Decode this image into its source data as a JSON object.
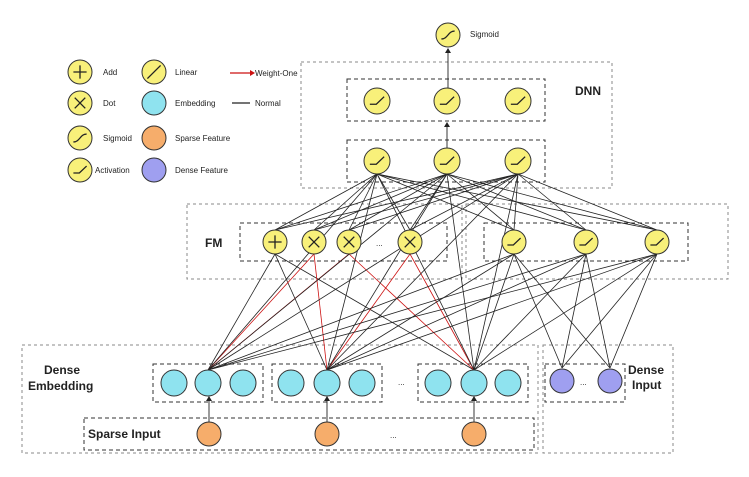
{
  "colors": {
    "op_node": "#f8f07a",
    "embedding": "#8fe3ef",
    "sparse": "#f6ad6b",
    "dense": "#9f9ff0",
    "weight_one_edge": "#cc1111",
    "normal_edge": "#222222"
  },
  "legend": {
    "add": "Add",
    "dot": "Dot",
    "sigmoid": "Sigmoid",
    "activation": "Activation",
    "linear": "Linear",
    "embedding": "Embedding",
    "sparse_feature": "Sparse Feature",
    "dense_feature": "Dense Feature",
    "weight_one": "Weight-One",
    "normal": "Normal"
  },
  "labels": {
    "output_sigmoid": "Sigmoid",
    "dnn": "DNN",
    "fm": "FM",
    "dense_embedding_line1": "Dense",
    "dense_embedding_line2": "Embedding",
    "sparse_input": "Sparse Input",
    "dense_input_line1": "Dense",
    "dense_input_line2": "Input",
    "ellipsis": "..."
  },
  "icons": {
    "add": "plus-icon",
    "dot": "cross-icon",
    "sigmoid": "sigmoid-curve-icon",
    "activation": "relu-curve-icon",
    "linear": "diagonal-line-icon"
  }
}
